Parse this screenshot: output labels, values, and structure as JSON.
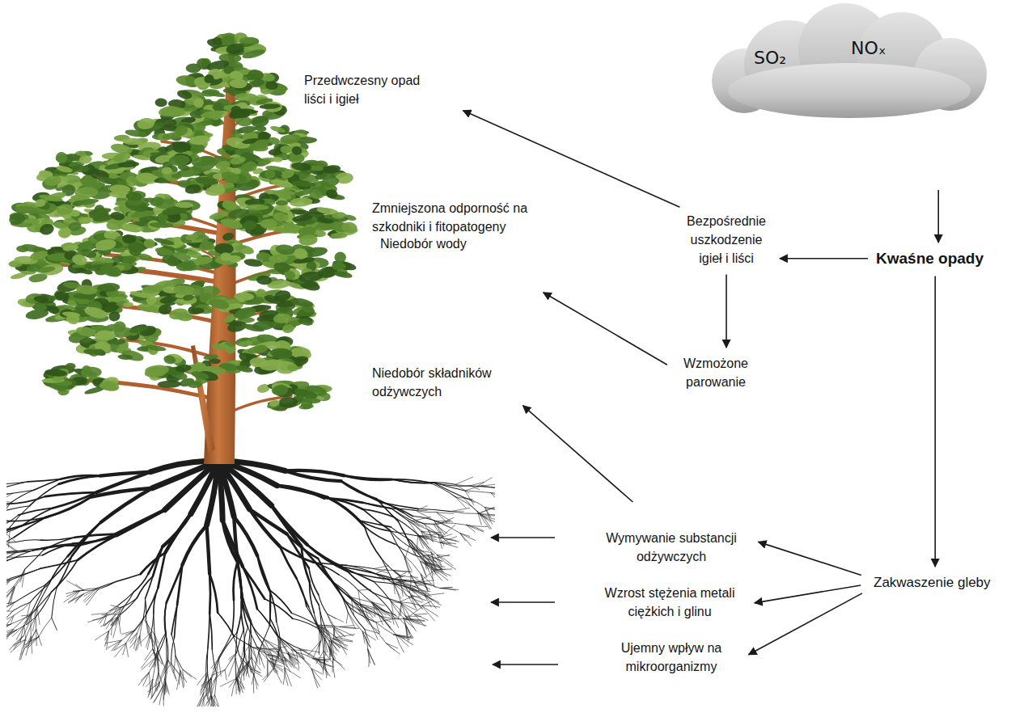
{
  "diagram": {
    "nodes": [
      {
        "text": [
          "Przedwczesny opad liści i igieł"
        ]
      },
      {
        "text": [
          "SO₂",
          "NOₓ"
        ]
      },
      {
        "text": [
          "Bezpośrednie uszkodzenie igieł i liści"
        ]
      },
      {
        "text": [
          "Kwaśne opady"
        ]
      },
      {
        "text": [
          "Niedobór wody"
        ]
      },
      {
        "text": [
          "Wzmożone parowanie"
        ]
      },
      {
        "text": [
          "Niedobór składników odżywczych"
        ]
      },
      {
        "text": [
          "Wymywanie substancji odżywczych"
        ]
      },
      {
        "text": [
          "Wzrost stężenia metali ciężkich i glinu"
        ]
      },
      {
        "text": [
          "Zakwaszenie gleby"
        ]
      },
      {
        "text": [
          "Ujemny wpływ na mikroorganizmy"
        ]
      }
    ],
    "edges": [
      {
        "from": 1,
        "to": 3,
        "arrow": "to"
      },
      {
        "from": 3,
        "to": 2,
        "arrow": "to"
      },
      {
        "from": 3,
        "to": 9,
        "arrow": "to"
      },
      {
        "from": 2,
        "to": 0,
        "arrow": "to"
      },
      {
        "from": 2,
        "to": 5,
        "arrow": "to"
      },
      {
        "from": 5,
        "to": 4,
        "arrow": "to"
      },
      {
        "from": 7,
        "to": 6,
        "arrow": "to"
      },
      {
        "from": 9,
        "to": 7,
        "arrow": "to"
      },
      {
        "from": 9,
        "to": 8,
        "arrow": "to"
      },
      {
        "from": 9,
        "to": 10,
        "arrow": "to"
      }
    ],
    "labels": [
      "Zmniejszona odporność na szkodniki i fitopatogeny"
    ]
  }
}
